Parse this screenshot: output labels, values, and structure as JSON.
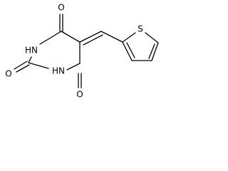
{
  "molecule": {
    "atoms": {
      "o_top": "O",
      "o_left": "O",
      "o_bottom": "O",
      "nh_upper": "HN",
      "nh_lower": "HN",
      "s": "S"
    }
  },
  "colors": {
    "bond": "#000000",
    "label": "#000000",
    "background": "#ffffff"
  }
}
